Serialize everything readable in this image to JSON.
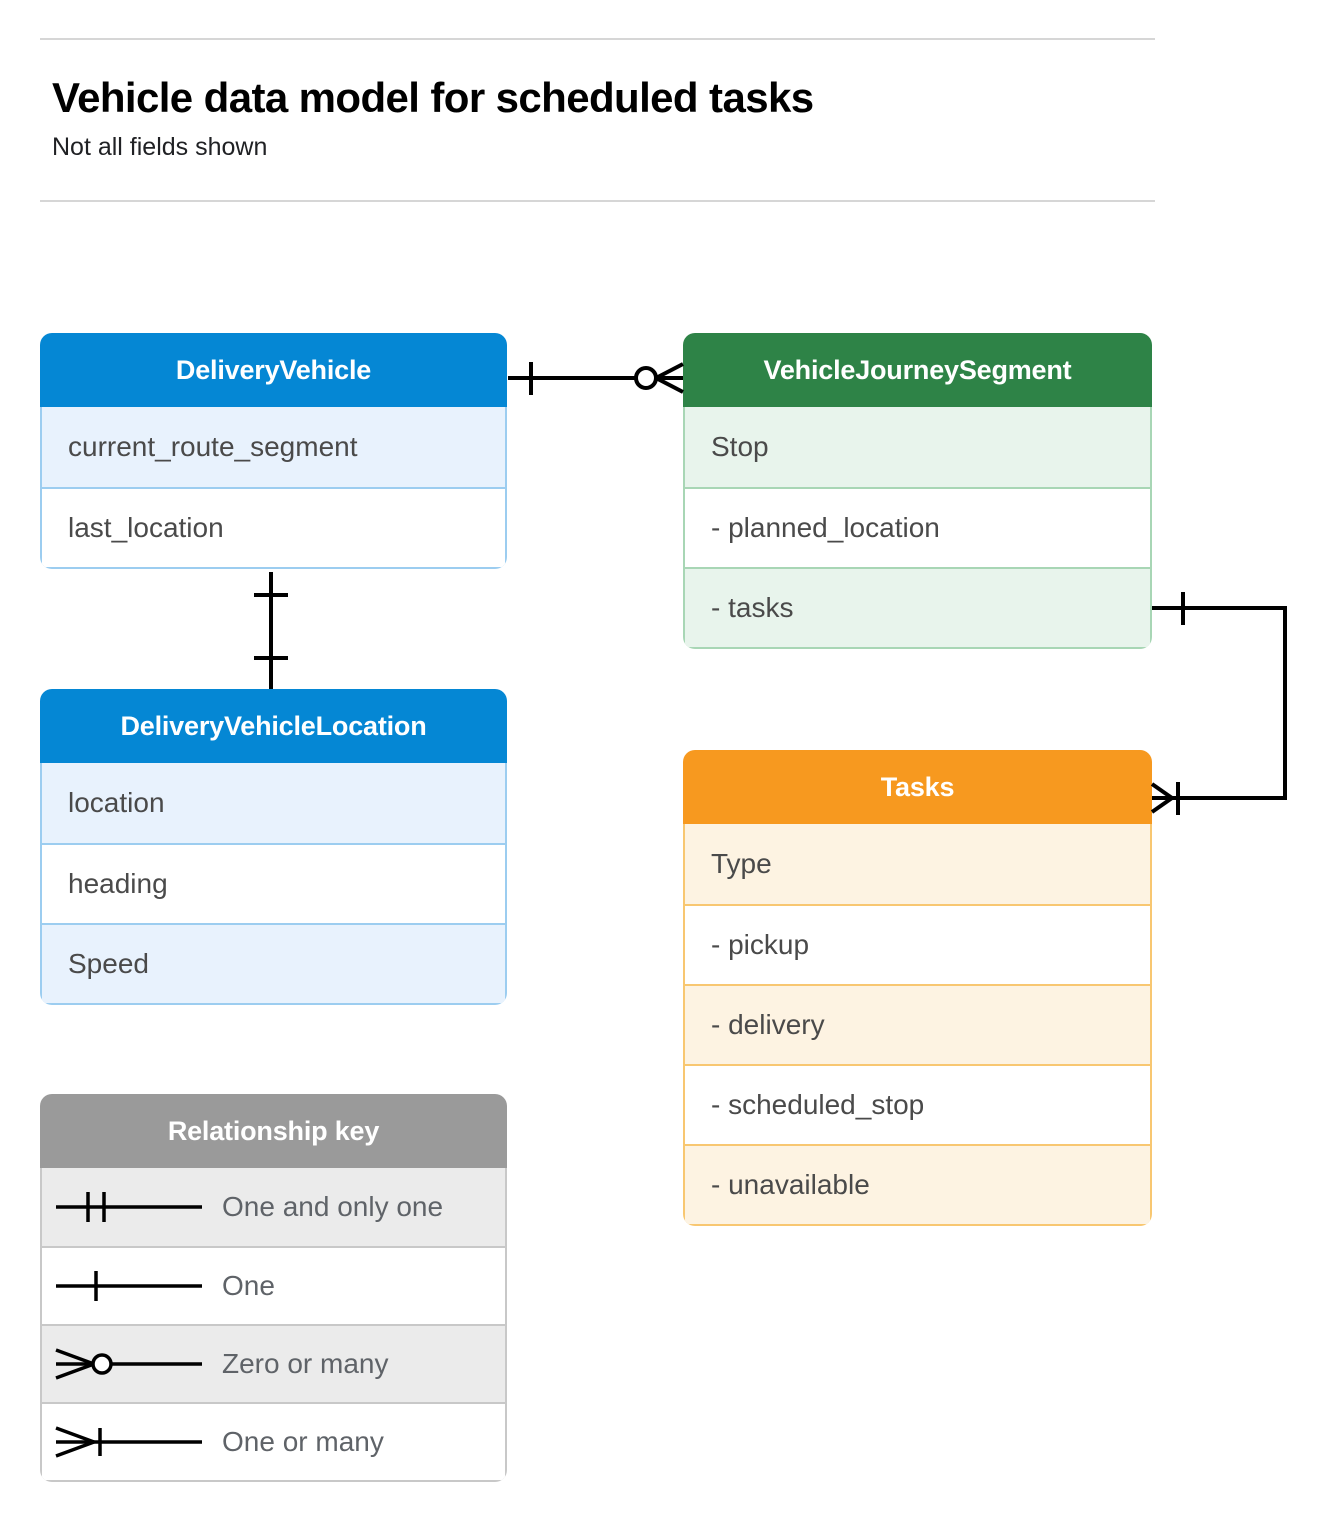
{
  "header": {
    "title": "Vehicle data model for scheduled tasks",
    "subtitle": "Not all fields shown"
  },
  "entities": [
    {
      "id": "delivery-vehicle",
      "name": "DeliveryVehicle",
      "color": "#0587d4",
      "rows": [
        {
          "label": "current_route_segment"
        },
        {
          "label": "last_location"
        }
      ]
    },
    {
      "id": "vehicle-journey-segment",
      "name": "VehicleJourneySegment",
      "color": "#2e8347",
      "rows": [
        {
          "label": "Stop"
        },
        {
          "label": "-  planned_location"
        },
        {
          "label": "- tasks"
        }
      ]
    },
    {
      "id": "delivery-vehicle-location",
      "name": "DeliveryVehicleLocation",
      "color": "#0587d4",
      "rows": [
        {
          "label": "location"
        },
        {
          "label": "heading"
        },
        {
          "label": "Speed"
        }
      ]
    },
    {
      "id": "tasks",
      "name": "Tasks",
      "color": "#f7991f",
      "rows": [
        {
          "label": "Type"
        },
        {
          "label": "-  pickup"
        },
        {
          "label": "-  delivery"
        },
        {
          "label": "-  scheduled_stop"
        },
        {
          "label": "-  unavailable"
        }
      ]
    }
  ],
  "legend": {
    "title": "Relationship key",
    "color": "#9a9a9a",
    "items": [
      {
        "symbol": "one-and-only-one",
        "label": "One and only one"
      },
      {
        "symbol": "one",
        "label": "One"
      },
      {
        "symbol": "zero-or-many",
        "label": "Zero or many"
      },
      {
        "symbol": "one-or-many",
        "label": "One or many"
      }
    ]
  },
  "relationships": [
    {
      "id": "deliveryvehicle-to-journeysegment",
      "from": "DeliveryVehicle",
      "to": "VehicleJourneySegment",
      "from_cardinality": "one",
      "to_cardinality": "zero-or-many"
    },
    {
      "id": "deliveryvehicle-to-vehiclelocation",
      "from": "DeliveryVehicle",
      "to": "DeliveryVehicleLocation",
      "from_cardinality": "one",
      "to_cardinality": "one"
    },
    {
      "id": "journeysegment-tasks-to-tasks",
      "from": "VehicleJourneySegment.tasks",
      "to": "Tasks",
      "from_cardinality": "one",
      "to_cardinality": "one-or-many"
    }
  ],
  "colors": {
    "line": "#000000",
    "rule": "#d6d6d6",
    "row_text": "#4a4a4a",
    "legend_text": "#5f6368"
  }
}
